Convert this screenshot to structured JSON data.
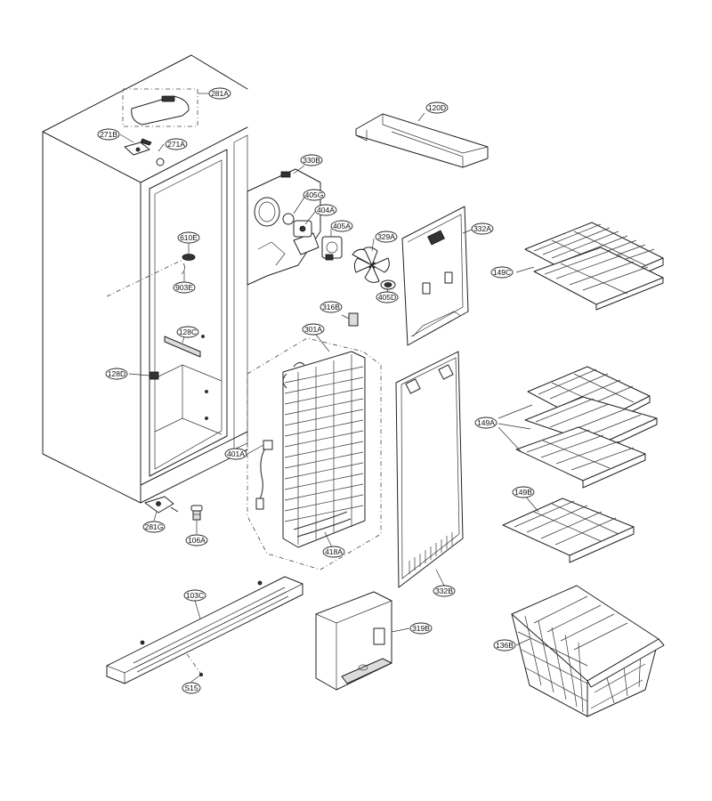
{
  "diagram": {
    "callouts": {
      "c281A": "281A",
      "c271B": "271B",
      "c271A": "271A",
      "c120D": "120D",
      "c330B": "330B",
      "c405G": "405G",
      "c404A": "404A",
      "c405A": "405A",
      "c329A": "329A",
      "c332A": "332A",
      "c610E": "610E",
      "c903E": "903E",
      "c149C": "149C",
      "c405D": "405D",
      "c316B": "316B",
      "c301A": "301A",
      "c128C": "128C",
      "c128D": "128D",
      "c149A": "149A",
      "c401A": "401A",
      "c149B": "149B",
      "c281G": "281G",
      "c106A": "106A",
      "c418A": "418A",
      "c332B": "332B",
      "c103C": "103C",
      "c319B": "319B",
      "c136B": "136B",
      "cS15": "S15"
    }
  }
}
